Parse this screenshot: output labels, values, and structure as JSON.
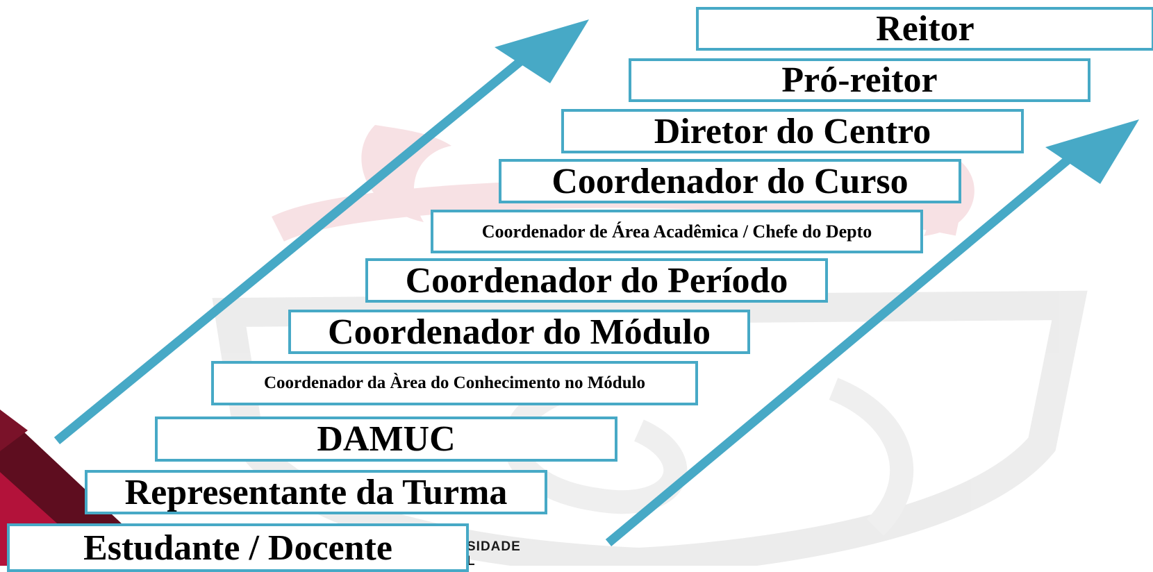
{
  "colors": {
    "box_border": "#47a9c6",
    "arrow": "#47a9c6",
    "corner_dark": "#5e0d1f",
    "corner_red": "#b3123a",
    "watermark": "#d8d8d8",
    "watermark_red": "#f1c9cf"
  },
  "steps": [
    {
      "label": "Reitor"
    },
    {
      "label": "Pró-reitor"
    },
    {
      "label": "Diretor do Centro"
    },
    {
      "label": "Coordenador do Curso"
    },
    {
      "label": "Coordenador de Área Acadêmica / Chefe do Depto"
    },
    {
      "label": "Coordenador do Período"
    },
    {
      "label": "Coordenador do Módulo"
    },
    {
      "label": "Coordenador da Àrea do Conhecimento no Módulo"
    },
    {
      "label": "DAMUC"
    },
    {
      "label": "Representante da Turma"
    },
    {
      "label": "Estudante / Docente"
    }
  ],
  "logo": {
    "line1": "SIDADE",
    "line2": "L"
  },
  "icons": {
    "left_arrow": "arrow-up-right-icon",
    "right_arrow": "arrow-up-right-icon",
    "watermark": "university-crest-watermark"
  }
}
